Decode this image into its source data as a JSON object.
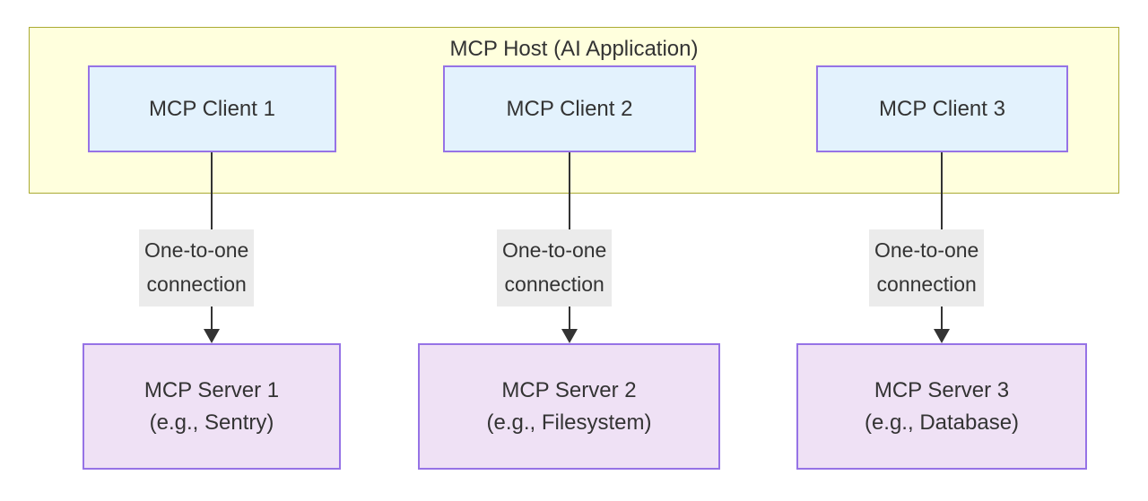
{
  "diagram": {
    "title": "MCP Host (AI Application)",
    "colors": {
      "host_fill": "#FFFFDD",
      "host_border": "#AAAA33",
      "client_fill": "#E3F2FD",
      "client_border": "#9673E6",
      "server_fill": "#EFE1F5",
      "server_border": "#9673E6",
      "edge_label_fill": "#EBEBEB",
      "edge_stroke": "#333333",
      "text": "#333333"
    },
    "host": {
      "label": "MCP Host (AI Application)"
    },
    "clients": [
      {
        "label": "MCP Client 1"
      },
      {
        "label": "MCP Client 2"
      },
      {
        "label": "MCP Client 3"
      }
    ],
    "edges": [
      {
        "label_line1": "One-to-one",
        "label_line2": "connection"
      },
      {
        "label_line1": "One-to-one",
        "label_line2": "connection"
      },
      {
        "label_line1": "One-to-one",
        "label_line2": "connection"
      }
    ],
    "servers": [
      {
        "name": "MCP Server 1",
        "example": "(e.g., Sentry)"
      },
      {
        "name": "MCP Server 2",
        "example": "(e.g., Filesystem)"
      },
      {
        "name": "MCP Server 3",
        "example": "(e.g., Database)"
      }
    ]
  }
}
